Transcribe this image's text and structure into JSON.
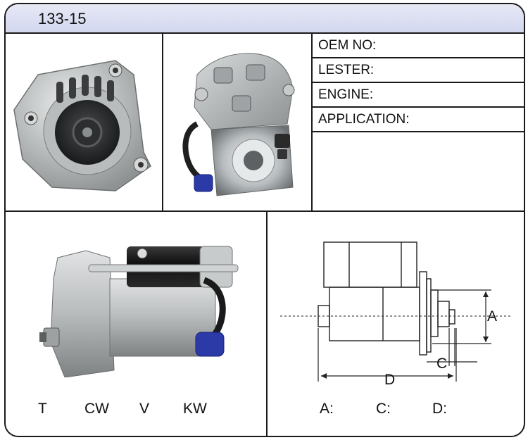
{
  "header": {
    "part_number": "133-15"
  },
  "specs": [
    {
      "label": "OEM NO:"
    },
    {
      "label": "LESTER:"
    },
    {
      "label": "ENGINE:"
    },
    {
      "label": "APPLICATION:"
    }
  ],
  "rotation_labels": [
    "T",
    "CW",
    "V",
    "KW"
  ],
  "drawing": {
    "dim_a": "A",
    "dim_c": "C",
    "dim_d": "D",
    "measure_labels": [
      "A:",
      "C:",
      "D:"
    ]
  },
  "colors": {
    "header_bg": "#d9dcf0",
    "border": "#1a1a1a",
    "connector": "#2b3aa6"
  }
}
